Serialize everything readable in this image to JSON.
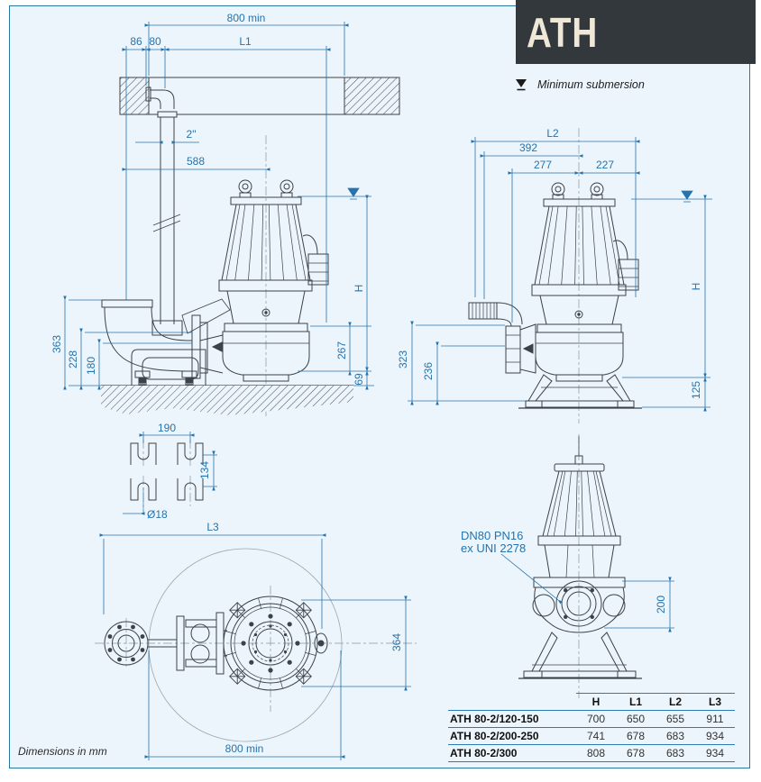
{
  "header": {
    "product": "ATH",
    "submersion_legend": "Minimum submersion"
  },
  "footer": {
    "note": "Dimensions in mm"
  },
  "views": {
    "installed": {
      "dims": {
        "pit_width": "800 min",
        "d86": "86",
        "d80": "80",
        "l1": "L1",
        "pipe_size": "2\"",
        "d588": "588",
        "d363": "363",
        "d228": "228",
        "d180": "180",
        "d267": "267",
        "d69": "69",
        "h": "H"
      }
    },
    "portable": {
      "dims": {
        "l2": "L2",
        "d392": "392",
        "d277": "277",
        "d227": "227",
        "d323": "323",
        "d236": "236",
        "h": "H",
        "d125": "125"
      }
    },
    "anchor_detail": {
      "dims": {
        "d190": "190",
        "d134": "134",
        "bolt_dia": "Ø18"
      }
    },
    "plan": {
      "dims": {
        "l3": "L3",
        "d364": "364",
        "pit_width": "800 min"
      }
    },
    "front": {
      "flange_label_line1": "DN80 PN16",
      "flange_label_line2": "ex UNI 2278",
      "dims": {
        "d200": "200"
      }
    }
  },
  "table": {
    "columns": [
      "H",
      "L1",
      "L2",
      "L3"
    ],
    "rows": [
      {
        "model": "ATH 80-2/120-150",
        "values": [
          "700",
          "650",
          "655",
          "911"
        ]
      },
      {
        "model": "ATH 80-2/200-250",
        "values": [
          "741",
          "678",
          "683",
          "934"
        ]
      },
      {
        "model": "ATH 80-2/300",
        "values": [
          "808",
          "678",
          "683",
          "934"
        ]
      }
    ]
  },
  "colors": {
    "dimension": "#2673ad",
    "linework": "#3b4248",
    "sheet_bg": "#ecf5fb",
    "border": "#2878a0",
    "bar_bg": "#33383d",
    "bar_text": "#f0e8d6"
  }
}
